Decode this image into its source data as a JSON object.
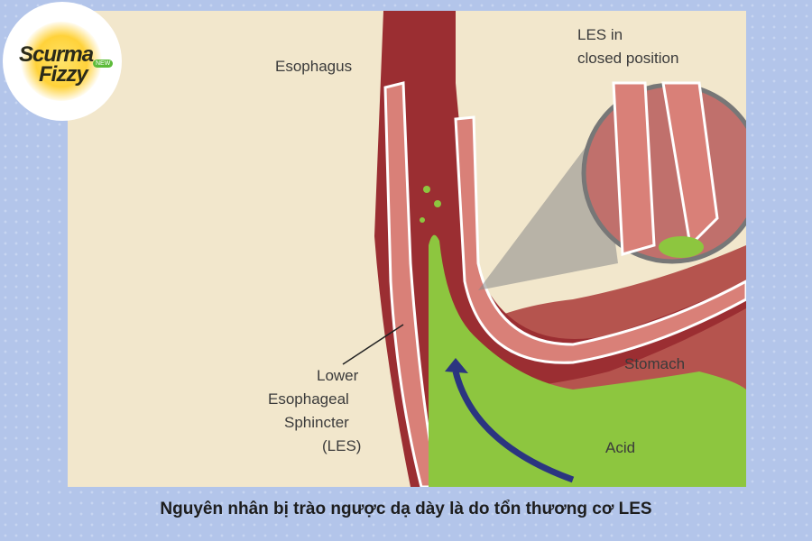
{
  "logo": {
    "brand_line1": "Scurma",
    "brand_line2": "Fizzy",
    "badge": "NEW"
  },
  "diagram": {
    "labels": {
      "esophagus": "Esophagus",
      "les_closed": [
        "LES in",
        "closed position"
      ],
      "les": [
        "Lower",
        "Esophageal",
        "Sphincter",
        "(LES)"
      ],
      "stomach": "Stomach",
      "acid": "Acid"
    },
    "colors": {
      "tissue": "#a8383a",
      "muscle": "#d98078",
      "acid": "#8dc63f",
      "arrow": "#2b3580",
      "background": "#f2e7cc"
    }
  },
  "caption": "Nguyên nhân bị trào ngược dạ dày là do tổn thương cơ LES"
}
